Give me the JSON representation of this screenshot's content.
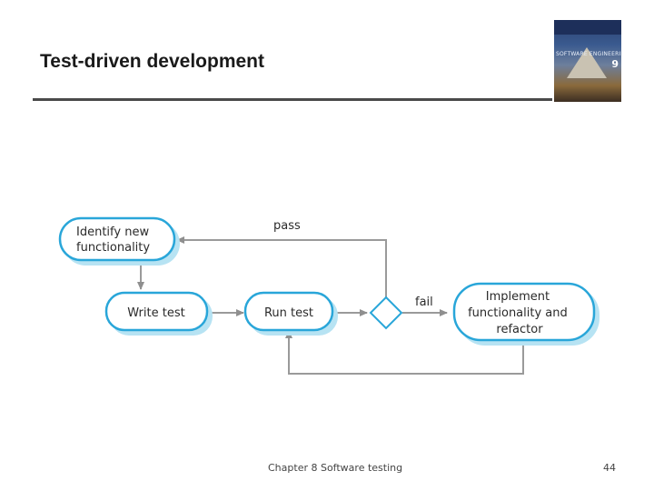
{
  "slide": {
    "title": "Test-driven development",
    "footer": "Chapter 8 Software testing",
    "page_number": "44"
  },
  "cover": {
    "title": "SOFTWARE ENGINEERING",
    "edition": "9"
  },
  "diagram": {
    "nodes": {
      "identify": "Identify new functionality",
      "write": "Write test",
      "run": "Run test",
      "implement": "Implement functionality and refactor"
    },
    "labels": {
      "pass": "pass",
      "fail": "fail"
    }
  },
  "colors": {
    "node_fill": "#ffffff",
    "node_border": "#29a6d9",
    "node_shadow": "#b7e3f3",
    "connector": "#9a9a9a",
    "title_rule": "#4a4a4a"
  }
}
